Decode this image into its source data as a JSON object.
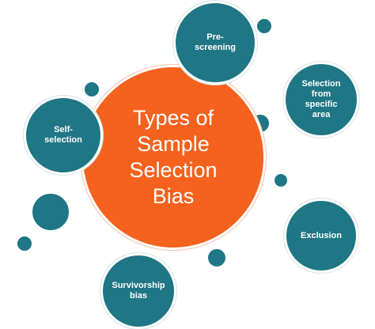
{
  "diagram": {
    "center": {
      "title": "Types of\nSample\nSelection\nBias",
      "color": "#f5621e"
    },
    "node_color": "#1f7684",
    "nodes": [
      {
        "id": "pre-screening",
        "label": "Pre-\nscreening"
      },
      {
        "id": "selection-from-specific-area",
        "label": "Selection\nfrom\nspecific\narea"
      },
      {
        "id": "self-selection",
        "label": "Self-\nselection"
      },
      {
        "id": "exclusion",
        "label": "Exclusion"
      },
      {
        "id": "survivorship-bias",
        "label": "Survivorship\nbias"
      }
    ]
  }
}
